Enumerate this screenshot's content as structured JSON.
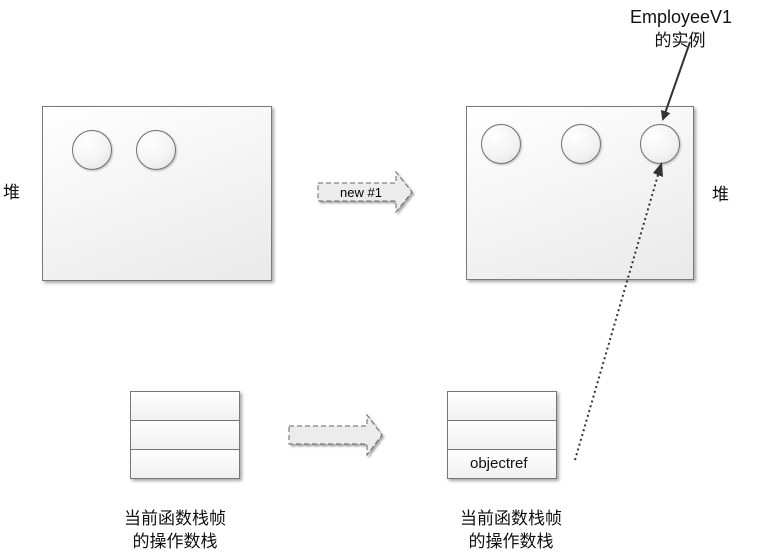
{
  "left": {
    "heap_label": "堆",
    "stack_caption_line1": "当前函数栈帧",
    "stack_caption_line2": "的操作数栈",
    "stack_slots": [
      "",
      "",
      ""
    ]
  },
  "right": {
    "heap_label": "堆",
    "stack_caption_line1": "当前函数栈帧",
    "stack_caption_line2": "的操作数栈",
    "stack_slots": [
      "",
      "",
      "objectref"
    ]
  },
  "transition_top": {
    "label": "new #1"
  },
  "transition_bottom": {
    "label": ""
  },
  "instance_callout": {
    "line1": "EmployeeV1",
    "line2": "的实例"
  }
}
